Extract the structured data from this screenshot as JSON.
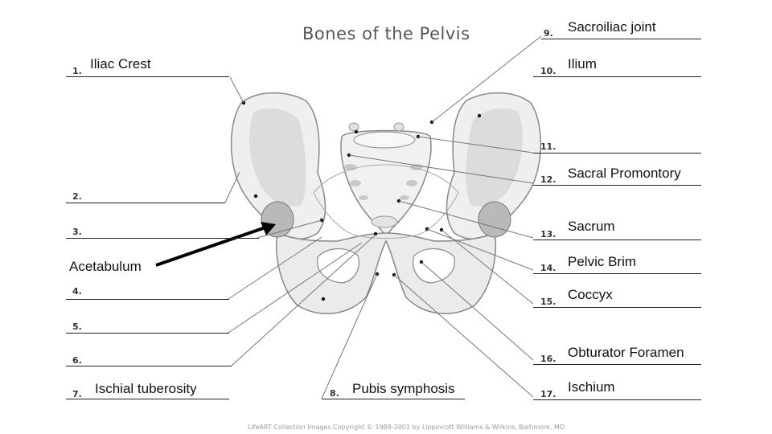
{
  "title": "Bones of the Pelvis",
  "credit": "LifeART Collection Images Copyright © 1989-2001 by Lippincott Williams & Wilkins, Baltimore, MD",
  "left_items": [
    {
      "number": "1.",
      "answer": "Iliac Crest"
    },
    {
      "number": "2.",
      "answer": ""
    },
    {
      "number": "3.",
      "answer": ""
    },
    {
      "number": "4.",
      "answer": ""
    },
    {
      "number": "5.",
      "answer": ""
    },
    {
      "number": "6.",
      "answer": ""
    },
    {
      "number": "7.",
      "answer": "Ischial tuberosity"
    }
  ],
  "bottom_item": {
    "number": "8.",
    "answer": "Pubis symphosis"
  },
  "right_items": [
    {
      "number": "9.",
      "answer": "Sacroiliac joint"
    },
    {
      "number": "10.",
      "answer": "Ilium"
    },
    {
      "number": "11.",
      "answer": ""
    },
    {
      "number": "12.",
      "answer": "Sacral Promontory"
    },
    {
      "number": "13.",
      "answer": "Sacrum"
    },
    {
      "number": "14.",
      "answer": "Pelvic Brim"
    },
    {
      "number": "15.",
      "answer": "Coccyx"
    },
    {
      "number": "16.",
      "answer": "Obturator Foramen"
    },
    {
      "number": "17.",
      "answer": "Ischium"
    }
  ],
  "arrow_label": "Acetabulum"
}
